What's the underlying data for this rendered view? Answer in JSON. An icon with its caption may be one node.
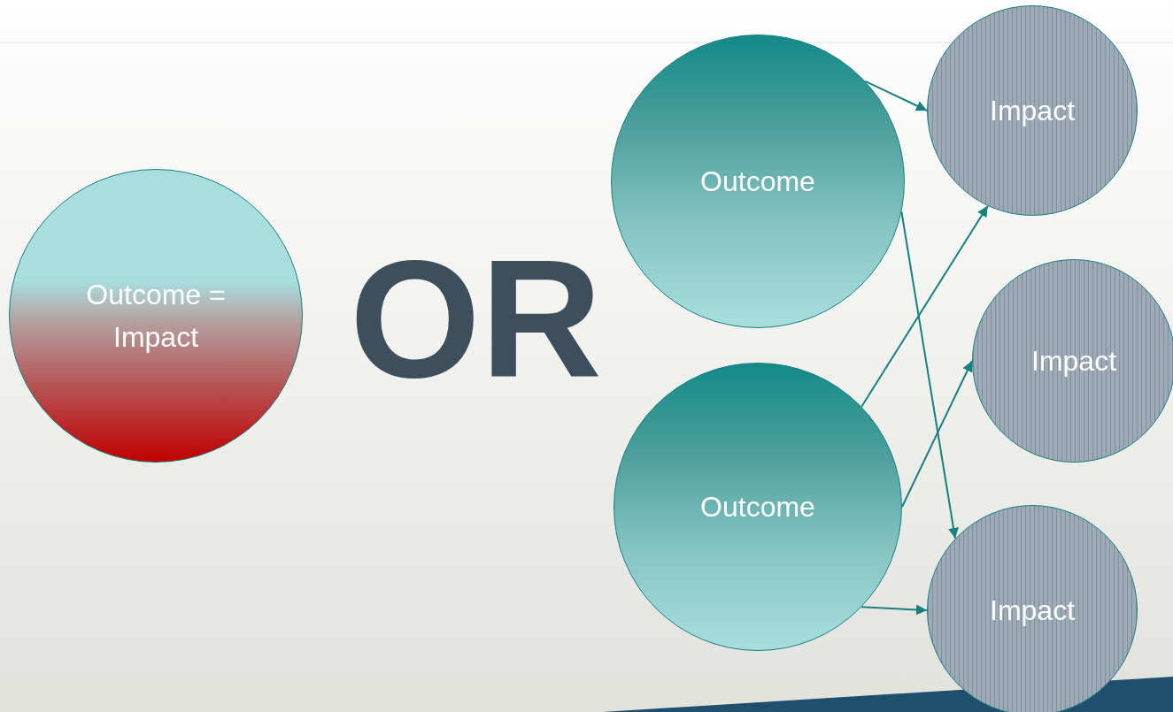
{
  "diagram": {
    "nodes": [
      {
        "text": [
          "Outcome = Impact"
        ]
      },
      {
        "text": [
          "Outcome"
        ]
      },
      {
        "text": [
          "Outcome"
        ]
      },
      {
        "text": [
          "Impact"
        ]
      },
      {
        "text": [
          "Impact"
        ]
      },
      {
        "text": [
          "Impact"
        ]
      }
    ],
    "edges": [
      {
        "from": 1,
        "to": 3,
        "arrow": "to"
      },
      {
        "from": 1,
        "to": 5,
        "arrow": "to"
      },
      {
        "from": 2,
        "to": 3,
        "arrow": "to"
      },
      {
        "from": 2,
        "to": 4,
        "arrow": "to"
      },
      {
        "from": 2,
        "to": 5,
        "arrow": "to"
      }
    ],
    "labels": [
      "OR"
    ]
  }
}
